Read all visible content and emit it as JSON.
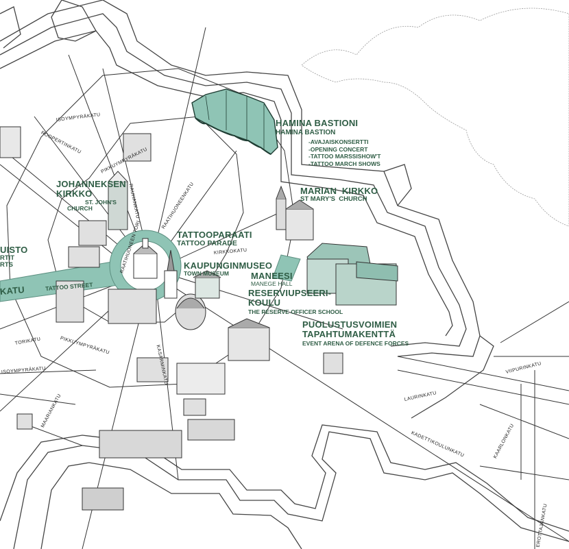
{
  "map": {
    "colors": {
      "green": "#2f5d45",
      "teal": "#8fc4b5",
      "ink": "#222222",
      "rampart": "#555555"
    },
    "landmarks": {
      "hamina_bastion": {
        "title": "HAMINA BASTIONI",
        "subtitle": "HAMINA BASTION",
        "events": [
          "-AVAJAISKONSERTTI",
          "-OPENING CONCERT",
          "-TATTOO MARSSISHOW'T",
          "-TATTOO MARCH SHOWS"
        ]
      },
      "st_marys": {
        "title": "MARIAN  KIRKKO",
        "subtitle": "ST MARY'S  CHURCH"
      },
      "st_johns": {
        "title_line1": "JOHANNEKSEN",
        "title_line2": "KIRKKO",
        "sub_line1": "ST. JOHN'S",
        "sub_line2": "CHURCH"
      },
      "tattoo_parade": {
        "title": "TATTOOPARAATI",
        "subtitle": "TATTOO PARADE"
      },
      "town_museum": {
        "title": "KAUPUNGINMUSEO",
        "subtitle": "TOWN MUSEUM"
      },
      "manege": {
        "title": "MANEESI",
        "subtitle": "MANEGE HALL"
      },
      "officer_school": {
        "title_line1": "RESERVIUPSEERI-",
        "title_line2": "KOULU",
        "subtitle": "THE RESERVE OFFICER SCHOOL"
      },
      "event_arena": {
        "title_line1": "PUOLUSTUSVOIMIEN",
        "title_line2": "TAPAHTUMAKENTTÄ",
        "subtitle": "EVENT ARENA OF DEFENCE FORCES"
      },
      "left_cut": {
        "line1": "UISTO",
        "line2": "RTIT",
        "line3": "RTS"
      },
      "tattoo_street": {
        "finnish_cut": "KATU",
        "english": "TATTOO STREET"
      }
    },
    "streets": {
      "isoympyrakatu_top": "ISOYMPYRÄKATU",
      "roopertinkatu": "ROOPERTINKATU",
      "pikkuympyrakatu_top": "PIKKUYMPYRÄKATU",
      "rauhankatu": "RAUHANKATU",
      "raatihuoneenkatu": "RAATIHUONEENKATU",
      "raatihuoneen_tori": "RAATIHUONEEN TORI",
      "kirkkokatu": "KIRKKOKATU",
      "pikkuympyrakatu_bottom": "PIKKUYMPYRÄKATU",
      "torikatu": "TORIKATU",
      "isoympyrakatu_bottom": "ISOYMPYRÄKATU",
      "maariankatu": "MAARIANKATU",
      "kasarminkatu": "KASARMINKATU",
      "viipurinkatu": "VIIPURINKATU",
      "laurinkatu": "LAURINKATU",
      "kadettikoulunkatu": "KADETTIKOULUNKATU",
      "kaarlonkatu": "KAARLONKATU",
      "erottajankatu": "EROTTAJANKATU"
    }
  }
}
